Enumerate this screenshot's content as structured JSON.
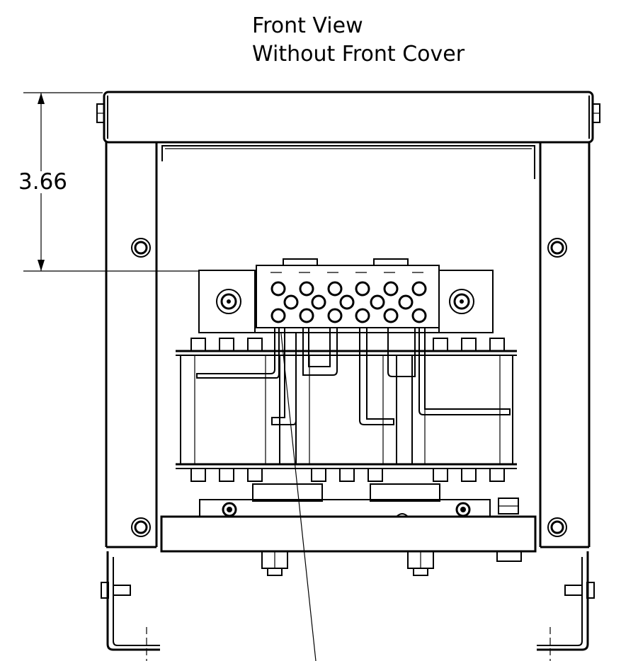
{
  "drawing": {
    "title_line1": "Front View",
    "title_line2": "Without Front Cover",
    "dimension_value": "3.66"
  }
}
